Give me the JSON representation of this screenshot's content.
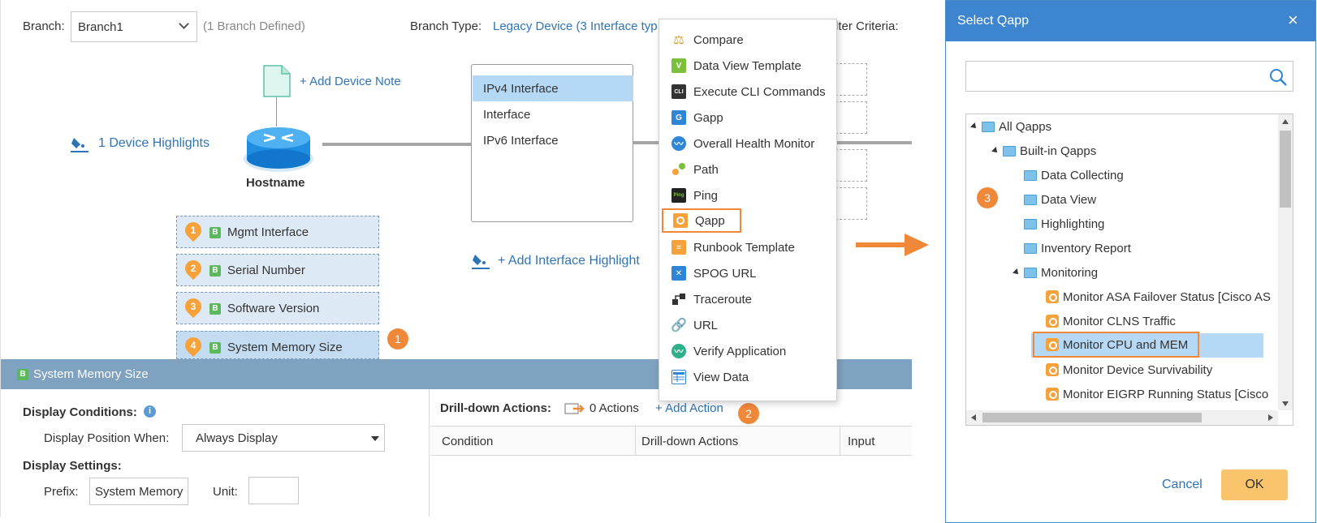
{
  "left": {
    "branch_label": "Branch:",
    "branch_value": "Branch1",
    "branch_defined": "(1 Branch Defined)",
    "branch_type_label": "Branch Type:",
    "branch_type_value": "Legacy Device (3 Interface typ",
    "filter_criteria_label": "lter Criteria:",
    "add_device_note": "+ Add Device Note",
    "device_highlights": "1 Device Highlights",
    "hostname": "Hostname",
    "interface_list": [
      "IPv4 Interface",
      "Interface",
      "IPv6 Interface"
    ],
    "add_interface_highlight": "+ Add Interface Highlight",
    "tags": [
      {
        "num": "1",
        "label": "Mgmt Interface"
      },
      {
        "num": "2",
        "label": "Serial Number"
      },
      {
        "num": "3",
        "label": "Software Version"
      },
      {
        "num": "4",
        "label": "System Memory Size"
      }
    ],
    "callout_1": "1",
    "callout_2": "2",
    "b_icon": "B"
  },
  "menu": {
    "items": [
      {
        "label": "Compare",
        "icon": "scale-icon"
      },
      {
        "label": "Data View Template",
        "icon": "v-icon"
      },
      {
        "label": "Execute CLI Commands",
        "icon": "cli-icon"
      },
      {
        "label": "Gapp",
        "icon": "g-icon"
      },
      {
        "label": "Overall Health Monitor",
        "icon": "health-icon"
      },
      {
        "label": "Path",
        "icon": "path-icon"
      },
      {
        "label": "Ping",
        "icon": "ping-icon"
      },
      {
        "label": "Qapp",
        "icon": "qapp-icon"
      },
      {
        "label": "Runbook Template",
        "icon": "runbook-icon"
      },
      {
        "label": "SPOG URL",
        "icon": "spog-icon"
      },
      {
        "label": "Traceroute",
        "icon": "traceroute-icon"
      },
      {
        "label": "URL",
        "icon": "link-icon"
      },
      {
        "label": "Verify Application",
        "icon": "verify-icon"
      },
      {
        "label": "View Data",
        "icon": "view-data-icon"
      }
    ],
    "cli_text": "CLI",
    "ping_text": "Ping",
    "v_text": "V",
    "g_text": "G"
  },
  "bottom": {
    "header_title": "System Memory Size",
    "display_conditions": "Display Conditions:",
    "display_position_label": "Display Position When:",
    "display_position_value": "Always Display",
    "display_settings": "Display Settings:",
    "prefix_label": "Prefix:",
    "prefix_value": "System Memory",
    "unit_label": "Unit:",
    "unit_value": "",
    "drilldown_label": "Drill-down Actions:",
    "actions_count": "0 Actions",
    "add_action": "+ Add Action",
    "columns": [
      "Condition",
      "Drill-down Actions",
      "Input"
    ]
  },
  "dialog": {
    "title": "Select Qapp",
    "search_value": "",
    "callout_3": "3",
    "tree": [
      {
        "label": "All Qapps",
        "kind": "folder",
        "expanded": true
      },
      {
        "label": "Built-in Qapps",
        "kind": "folder",
        "expanded": true
      },
      {
        "label": "Data Collecting",
        "kind": "folder",
        "expanded": false
      },
      {
        "label": "Data View",
        "kind": "folder",
        "expanded": false
      },
      {
        "label": "Highlighting",
        "kind": "folder",
        "expanded": false
      },
      {
        "label": "Inventory Report",
        "kind": "folder",
        "expanded": false
      },
      {
        "label": "Monitoring",
        "kind": "folder",
        "expanded": true
      },
      {
        "label": "Monitor ASA Failover Status [Cisco AS",
        "kind": "qapp"
      },
      {
        "label": "Monitor CLNS Traffic",
        "kind": "qapp"
      },
      {
        "label": "Monitor CPU and MEM",
        "kind": "qapp",
        "selected": true
      },
      {
        "label": "Monitor Device Survivability",
        "kind": "qapp"
      },
      {
        "label": "Monitor EIGRP Running Status [Cisco",
        "kind": "qapp"
      }
    ],
    "cancel": "Cancel",
    "ok": "OK"
  },
  "colors": {
    "accent_blue": "#2f74b5",
    "highlight_orange": "#f0883a",
    "header_bar": "#7fa2c0",
    "dialog_title": "#3d86cf",
    "ok_button": "#f9c46b"
  }
}
